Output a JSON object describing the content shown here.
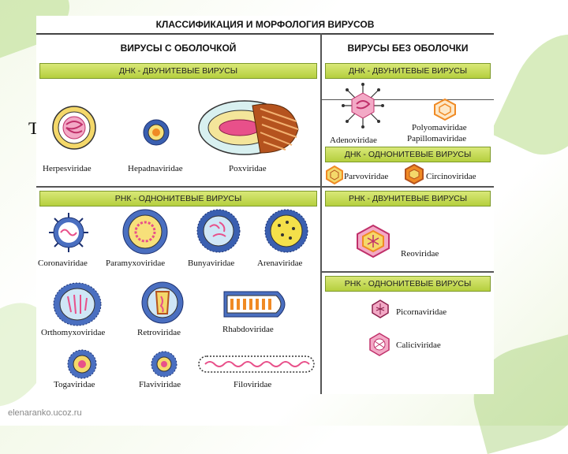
{
  "title": "КЛАССИФИКАЦИЯ И МОРФОЛОГИЯ ВИРУСОВ",
  "enveloped": {
    "heading": "ВИРУСЫ С ОБОЛОЧКОЙ",
    "dna_band": "ДНК - ДВУНИТЕВЫЕ ВИРУСЫ",
    "dna_viruses": [
      "Herpesviridae",
      "Hepadnaviridae",
      "Poxviridae"
    ],
    "rna_band": "РНК - ОДНОНИТЕВЫЕ ВИРУСЫ",
    "rna_viruses": [
      "Coronaviridae",
      "Paramyxoviridae",
      "Bunyaviridae",
      "Arenaviridae",
      "Orthomyxoviridae",
      "Retroviridae",
      "Rhabdoviridae",
      "Togaviridae",
      "Flaviviridae",
      "Filoviridae"
    ]
  },
  "non_enveloped": {
    "heading": "ВИРУСЫ БЕЗ ОБОЛОЧКИ",
    "dna_ds_band": "ДНК - ДВУНИТЕВЫЕ ВИРУСЫ",
    "dna_ds_viruses": [
      "Adenoviridae",
      "Polyomaviridae",
      "Papillomaviridae"
    ],
    "dna_ss_band": "ДНК - ОДНОНИТЕВЫЕ ВИРУСЫ",
    "dna_ss_viruses": [
      "Parvoviridae",
      "Circinoviridae"
    ],
    "rna_ds_band": "РНК - ДВУНИТЕВЫЕ ВИРУСЫ",
    "rna_ds_viruses": [
      "Reoviridae"
    ],
    "rna_ss_band": "РНК - ОДНОНИТЕВЫЕ ВИРУСЫ",
    "rna_ss_viruses": [
      "Picornaviridae",
      "Caliciviridae"
    ]
  },
  "stray_glyph": "T",
  "credit": "elenaranko.ucoz.ru",
  "colors": {
    "band": "#c8dc5a",
    "envelope_blue": "#3a5fb0",
    "capsid_orange": "#f08a24",
    "pink_core": "#e8508a"
  }
}
